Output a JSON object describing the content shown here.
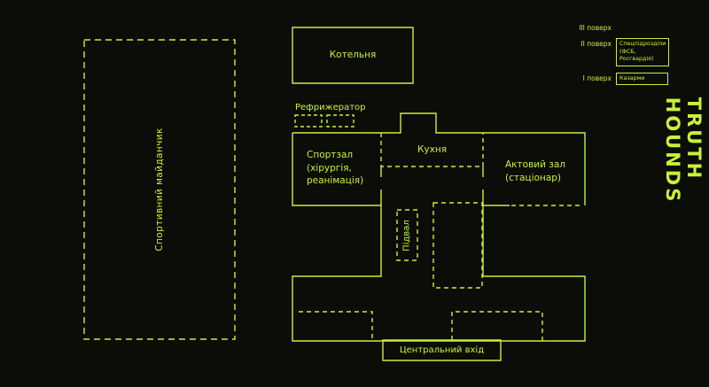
{
  "theme": {
    "background": "#0c0c09",
    "accent": "#c8f235"
  },
  "brand": {
    "wordmark": "TRUTH HOUNDS"
  },
  "legend": {
    "rows": [
      {
        "label": "ІІІ поверх",
        "value": ""
      },
      {
        "label": "ІІ поверх",
        "value": "Спецпідрозділи\n(ФСБ, Росгвардія)"
      },
      {
        "label": "І поверх",
        "value": "Казарми"
      }
    ]
  },
  "map": {
    "sports_ground_label": "Спортивний майданчик",
    "boiler_label": "Котельня",
    "refrigerator_label": "Рефрижератор",
    "gym_label": "Спортзал\n(хірургія,\nреанімація)",
    "kitchen_label": "Кухня",
    "hall_label": "Актовий зал\n(стаціонар)",
    "basement_label": "Підвал",
    "entrance_label": "Центральний вхід"
  }
}
